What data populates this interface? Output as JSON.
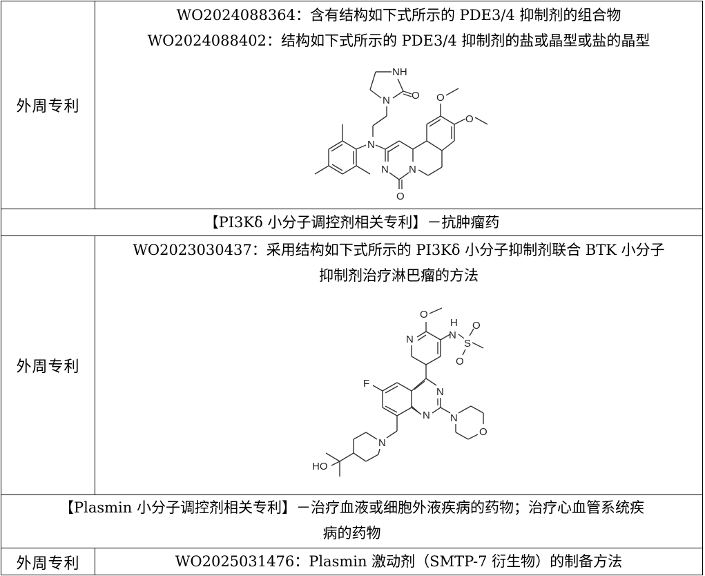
{
  "table": {
    "rows": [
      {
        "type": "patent",
        "label": "外周专利",
        "lines": [
          "WO2024088364：含有结构如下式所示的 PDE3/4 抑制剂的组合物",
          "WO2024088402：结构如下式所示的 PDE3/4 抑制剂的盐或晶型或盐的晶型"
        ],
        "structure": "PDE3/4 inhibitor (ensifentrine-type tricyclic with imidazolidinone)",
        "atoms": {
          "nh": "NH",
          "o": "O",
          "n": "N"
        }
      },
      {
        "type": "section",
        "title": "【PI3Kδ 小分子调控剂相关专利】－抗肿瘤药"
      },
      {
        "type": "patent",
        "label": "外周专利",
        "lines": [
          "WO2023030437：采用结构如下式所示的 PI3Kδ 小分子抑制剂联合 BTK 小分子",
          "抑制剂治疗淋巴瘤的方法"
        ],
        "structure": "PI3Kδ inhibitor (fluoroquinazoline with morpholine and pyridyl sulfonamide)",
        "atoms": {
          "f": "F",
          "n": "N",
          "o": "O",
          "s": "S",
          "h": "H",
          "ho": "HO"
        }
      },
      {
        "type": "section",
        "title_lines": [
          "【Plasmin 小分子调控剂相关专利】－治疗血液或细胞外液疾病的药物；治疗心血管系统疾",
          "病的药物"
        ]
      },
      {
        "type": "patent",
        "label": "外周专利",
        "lines": [
          "WO2025031476：Plasmin 激动剂（SMTP-7 衍生物）的制备方法"
        ]
      }
    ]
  }
}
